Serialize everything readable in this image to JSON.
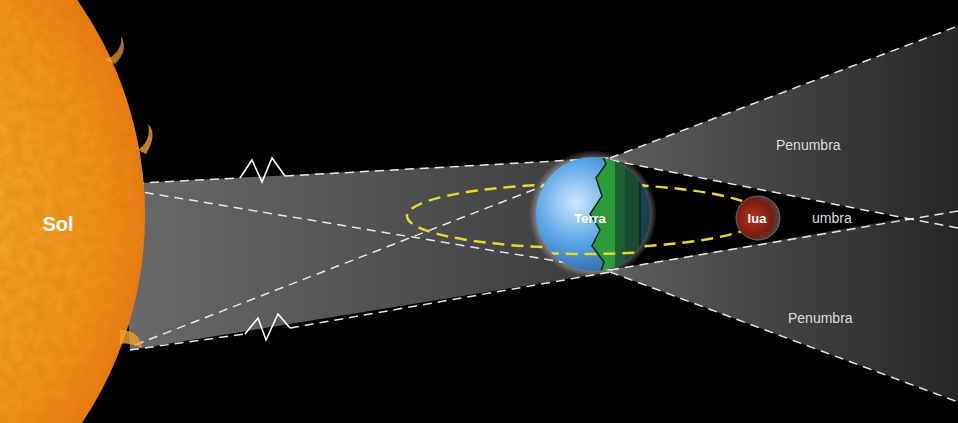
{
  "diagram": {
    "nodes": [
      {
        "text": [
          "Sol"
        ]
      },
      {
        "text": [
          "Terra"
        ]
      },
      {
        "text": [
          "lua"
        ]
      }
    ],
    "edges": [],
    "labels": [
      "Penumbra",
      "umbra",
      "Penumbra"
    ]
  }
}
